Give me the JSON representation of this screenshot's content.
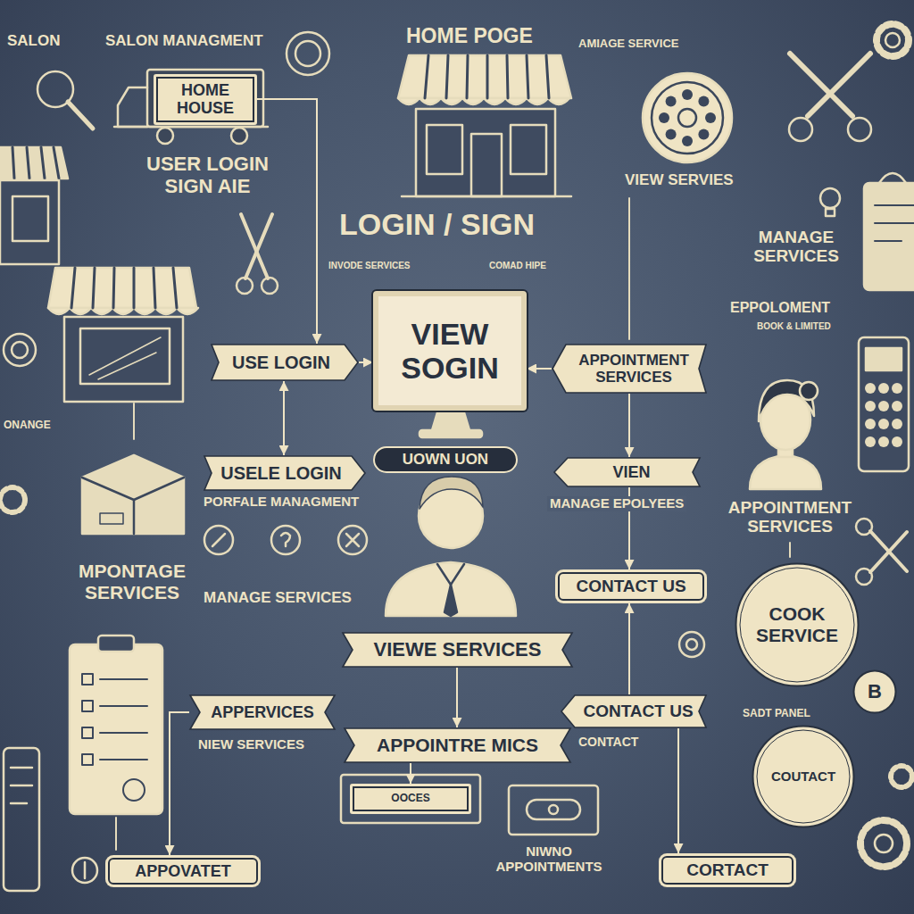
{
  "diagram": {
    "nodes": [
      {
        "text": [
          "HOME HOUSE"
        ]
      },
      {
        "text": [
          "USE LOGIN"
        ]
      },
      {
        "text": [
          "VIEW SOGIN"
        ]
      },
      {
        "text": [
          "APPOINTMENT SERVICES"
        ]
      },
      {
        "text": [
          "UOWN UON"
        ]
      },
      {
        "text": [
          "USELE LOGIN"
        ]
      },
      {
        "text": [
          "VIEN"
        ]
      },
      {
        "text": [
          "CONTACT US"
        ]
      },
      {
        "text": [
          "COOK SERVICE"
        ]
      },
      {
        "text": [
          "VIEWE SERVICES"
        ]
      },
      {
        "text": [
          "B"
        ]
      },
      {
        "text": [
          "APPERVICES"
        ]
      },
      {
        "text": [
          "CONTACT US"
        ]
      },
      {
        "text": [
          "APPOINTRE MICS"
        ]
      },
      {
        "text": [
          "COUTACT"
        ]
      },
      {
        "text": [
          "OOCES"
        ]
      },
      {
        "text": [
          "APPOVATET"
        ]
      },
      {
        "text": [
          "CORTACT"
        ]
      }
    ],
    "edges": [
      {
        "from": 1,
        "to": 2,
        "arrow": "to"
      },
      {
        "from": 3,
        "to": 2,
        "arrow": "to"
      },
      {
        "from": 1,
        "to": 5,
        "arrow": "both"
      },
      {
        "from": 3,
        "to": 6,
        "arrow": "to"
      },
      {
        "from": 6,
        "to": 7,
        "arrow": "to"
      },
      {
        "from": 12,
        "to": 7,
        "arrow": "to"
      },
      {
        "from": 9,
        "to": 13,
        "arrow": "to"
      },
      {
        "from": 13,
        "to": 15,
        "arrow": "to"
      },
      {
        "from": 12,
        "to": 17,
        "arrow": "to"
      },
      {
        "from": 11,
        "to": 16,
        "arrow": "to"
      },
      {
        "from": 0,
        "to": 1,
        "arrow": "to"
      }
    ],
    "labels": [
      "SALON",
      "SALON MANAGMENT",
      "HOME POGE",
      "AMIAGE SERVICE",
      "USER LOGIN SIGN AIE",
      "LOGIN / SIGN",
      "INVODE SERVICES",
      "COMAD HIPE",
      "VIEW SERVIES",
      "MANAGE SERVICES",
      "EPPOLOMENT",
      "BOOK & LIMITED",
      "ONANGE",
      "PORFALE MANAGMENT",
      "MANAGE EPOLYEES",
      "APPOINTMENT SERVICES",
      "MPONTAGE SERVICES",
      "MANAGE SERVICES",
      "NIEW SERVICES",
      "CONTACT",
      "SADT PANEL",
      "NIWNO APPOINTMENTS"
    ]
  }
}
